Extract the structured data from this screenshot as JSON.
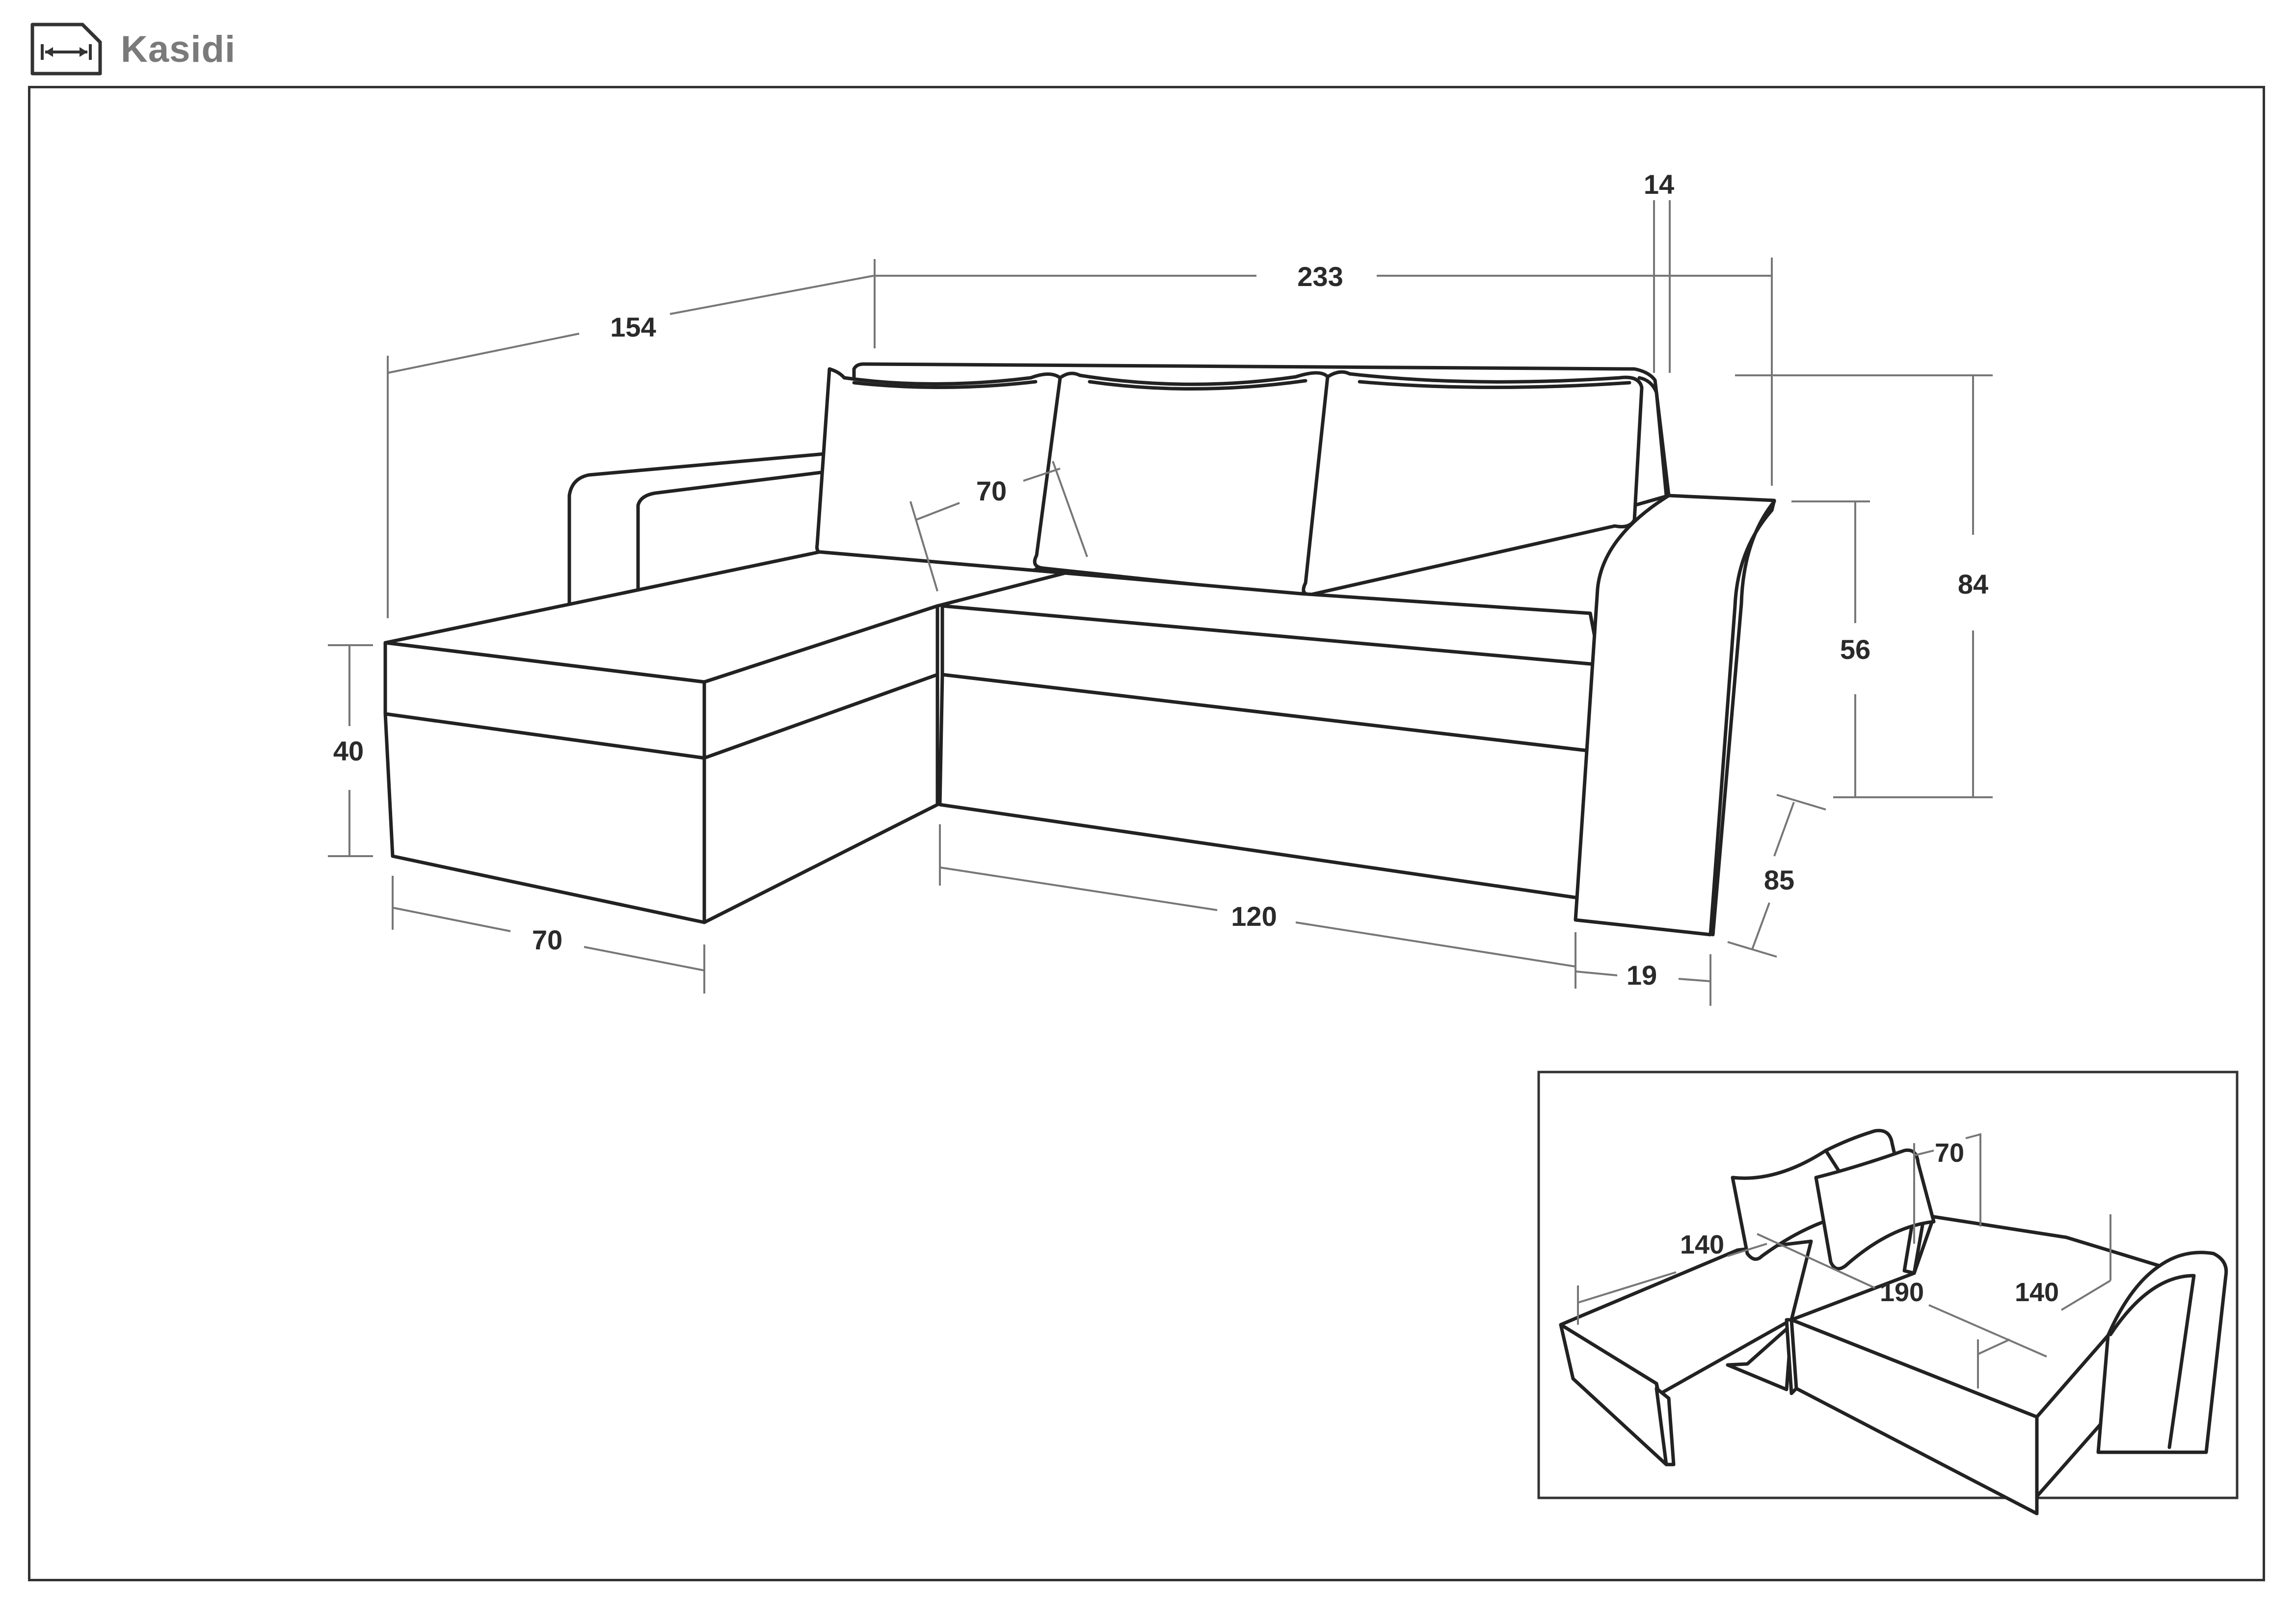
{
  "header": {
    "product_name": "Kasidi",
    "icon": "dimensions-arrow-icon"
  },
  "main_view": {
    "dimensions": {
      "depth_corner": "154",
      "total_width": "233",
      "backrest_depth": "14",
      "cushion_depth": "70",
      "total_height": "84",
      "armrest_height": "56",
      "seat_height": "40",
      "chaise_width": "70",
      "seat_width": "120",
      "armrest_width": "19",
      "sofa_depth": "85"
    }
  },
  "bed_view": {
    "dimensions": {
      "chaise_depth": "70",
      "bed_width_left": "140",
      "bed_length": "190",
      "bed_width_right": "140"
    }
  }
}
